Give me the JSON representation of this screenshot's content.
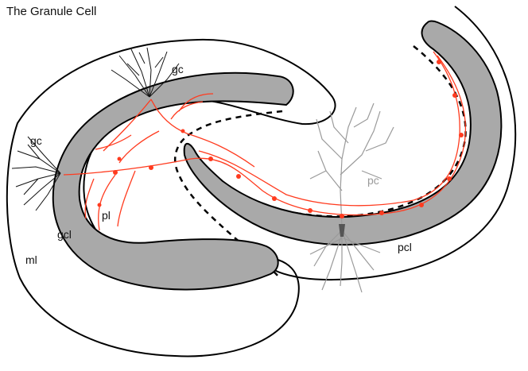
{
  "title": "The Granule Cell",
  "labels": {
    "gc_top": "gc",
    "gc_left": "gc",
    "gcl": "gcl",
    "ml": "ml",
    "pl": "pl",
    "pc": "pc",
    "pcl": "pcl"
  },
  "colors": {
    "outline": "#000000",
    "layer_fill": "#a9a9a9",
    "granule": "#111111",
    "axon": "#ff3b1f",
    "pyramidal": "#9a9a9a",
    "pc_label": "#9a9a9a",
    "text": "#111111"
  }
}
